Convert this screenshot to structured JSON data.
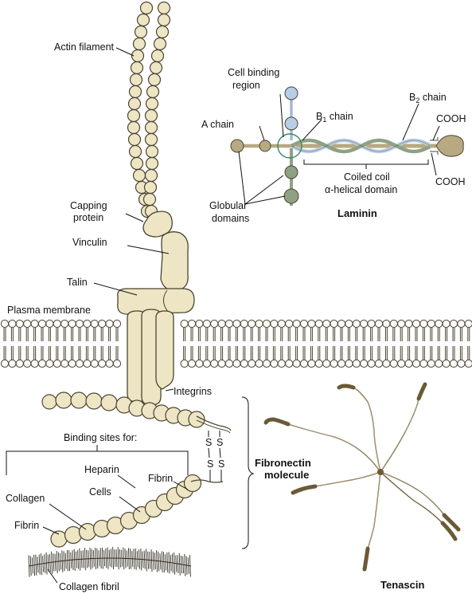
{
  "labels": {
    "actin_filament": "Actin filament",
    "capping_protein_1": "Capping",
    "capping_protein_2": "protein",
    "vinculin": "Vinculin",
    "talin": "Talin",
    "plasma_membrane": "Plasma membrane",
    "integrins": "Integrins",
    "binding_sites_for": "Binding sites for:",
    "heparin": "Heparin",
    "cells": "Cells",
    "fibrin_right": "Fibrin",
    "collagen": "Collagen",
    "fibrin_left": "Fibrin",
    "collagen_fibril": "Collagen fibril",
    "disulfide_s": "S",
    "fibronectin_1": "Fibronectin",
    "fibronectin_2": "molecule",
    "cell_binding_1": "Cell binding",
    "cell_binding_2": "region",
    "a_chain": "A chain",
    "b1_chain": "B",
    "b1_sub": "1",
    "b1_rest": " chain",
    "b2_chain": "B",
    "b2_sub": "2",
    "b2_rest": " chain",
    "cooh_top": "COOH",
    "cooh_bottom": "COOH",
    "coiled_coil_1": "Coiled coil",
    "coiled_coil_2": "α-helical domain",
    "globular_1": "Globular",
    "globular_2": "domains",
    "laminin": "Laminin",
    "tenascin": "Tenascin"
  },
  "colors": {
    "protein_fill": "#ede5c4",
    "outline": "#4a4530",
    "laminin_a_chain": "#b8a982",
    "laminin_b1_chain": "#b8cde6",
    "laminin_b2_chain": "#8fa184",
    "tenascin_arm": "#6b5a35",
    "binding_circle": "#3a8a6a"
  }
}
